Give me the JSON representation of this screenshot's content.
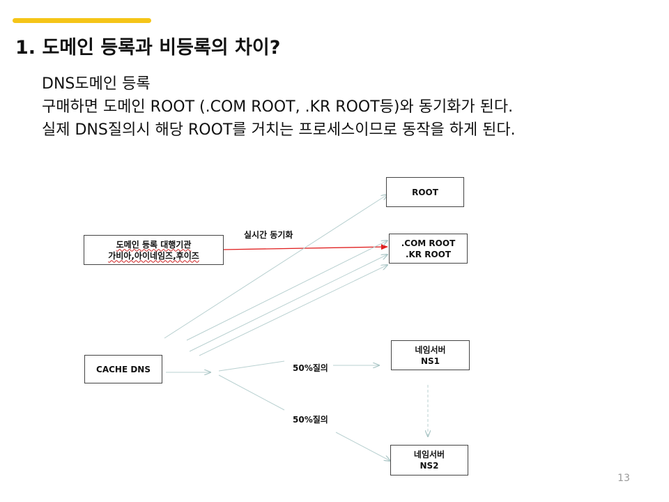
{
  "title": "1. 도메인 등록과 비등록의 차이?",
  "body_lines": [
    "DNS도메인 등록",
    "구매하면 도메인 ROOT (.COM ROOT, .KR ROOT등)와 동기화가 된다.",
    "실제 DNS질의시 해당 ROOT를 거치는 프로세스이므로 동작을 하게 된다."
  ],
  "diagram": {
    "root": "ROOT",
    "com_root": ".COM ROOT",
    "kr_root": ".KR ROOT",
    "registrar_line1": "도메인 등록 대행기관",
    "registrar_line2": "가비아,아이네임즈,후이즈",
    "sync_label": "실시간 동기화",
    "cache_dns": "CACHE DNS",
    "ns1_line1": "네임서버",
    "ns1_line2": "NS1",
    "ns2_line1": "네임서버",
    "ns2_line2": "NS2",
    "query_label_1": "50%질의",
    "query_label_2": "50%질의"
  },
  "colors": {
    "accent": "#f5c518",
    "sync_arrow": "#e02020",
    "flow_arrow": "#b8d0d0"
  },
  "page_number": "13"
}
